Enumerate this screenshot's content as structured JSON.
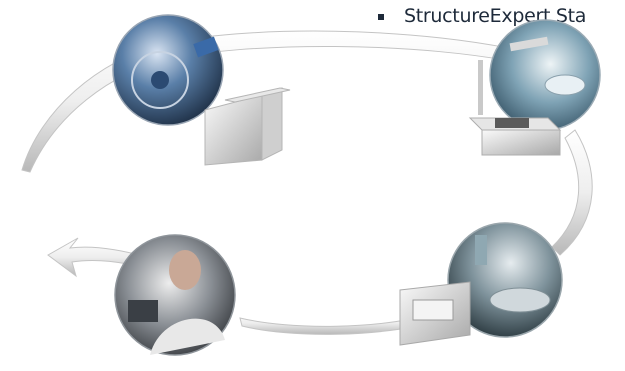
{
  "caption": {
    "text": "StructureExpert Sta"
  },
  "stages": [
    {
      "id": "turbine",
      "icon": "turbine-photo"
    },
    {
      "id": "microscope",
      "icon": "stereo-microscope-photo"
    },
    {
      "id": "sample-prep",
      "icon": "sample-preparation-photo"
    },
    {
      "id": "analyst",
      "icon": "analyst-at-microscope-photo"
    }
  ],
  "colors": {
    "arrow_light": "#f2f2f2",
    "arrow_shadow": "#b9b9b9",
    "text": "#1e2a3a"
  }
}
